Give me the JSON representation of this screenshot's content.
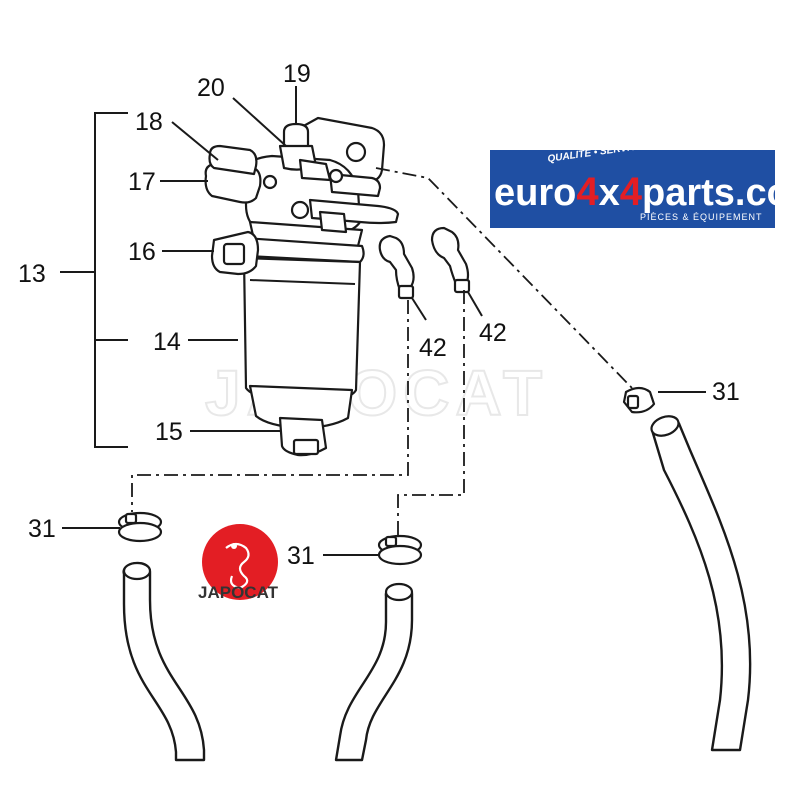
{
  "callouts": {
    "c13": "13",
    "c14": "14",
    "c15": "15",
    "c16": "16",
    "c17": "17",
    "c18": "18",
    "c19": "19",
    "c20": "20",
    "c42a": "42",
    "c42b": "42",
    "c31a": "31",
    "c31b": "31",
    "c31c": "31"
  },
  "watermark": {
    "text": "JAPOCAT"
  },
  "brand_logo": {
    "text_left": "euro",
    "text_four_a": "4",
    "text_x": "x",
    "text_four_b": "4",
    "text_right": "parts.com",
    "tagline": "QUALITÉ • SERVICE • STOCK MASSIF",
    "subline": "PIÈCES & ÉQUIPEMENT",
    "bg_color": "#1f4fa3",
    "accent_color": "#e31e24"
  },
  "japocat_logo": {
    "text": "JAPOCAT",
    "color": "#e31e24"
  }
}
